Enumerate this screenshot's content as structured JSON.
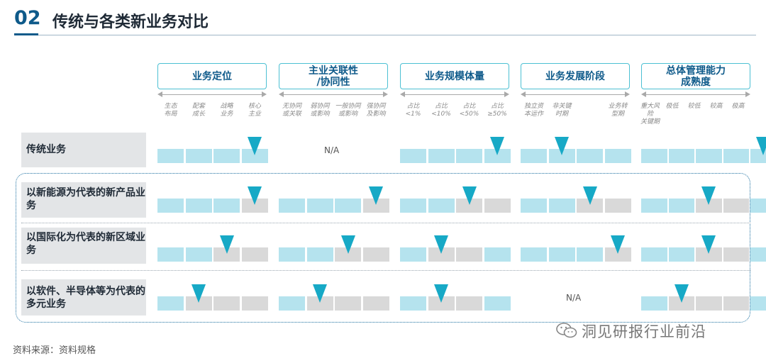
{
  "header": {
    "number": "02",
    "title": "传统与各类新业务对比"
  },
  "categories": [
    {
      "label": "业务定位",
      "subs": [
        "生态\n布局",
        "配套\n成长",
        "战略\n业务",
        "核心\n主业"
      ]
    },
    {
      "label": "主业关联性\n/协同性",
      "subs": [
        "无协同\n或关联",
        "弱协同\n或影响",
        "一般协同\n或影响",
        "强协同\n及影响"
      ]
    },
    {
      "label": "业务规模体量",
      "subs": [
        "占比\n<1%",
        "占比\n<10%",
        "占比\n<50%",
        "占比\n≥50%"
      ]
    },
    {
      "label": "业务发展阶段",
      "subs": [
        "独立资\n本运作",
        "非关键\n时期",
        "",
        "业务转\n型期"
      ]
    },
    {
      "label": "总体管理能力\n成熟度",
      "subs": [
        "重大风险\n关键期",
        "极低",
        "较低",
        "较高",
        "极高"
      ]
    }
  ],
  "na_text": "N/A",
  "rows": [
    {
      "label": "传统业务",
      "levels": [
        4,
        null,
        4,
        2,
        5
      ]
    },
    {
      "label": "以新能源为代表的新产品业务",
      "levels": [
        4,
        4,
        3,
        3,
        3
      ]
    },
    {
      "label": "以国际化为代表的新区域业务",
      "levels": [
        3,
        3,
        2,
        4,
        3
      ]
    },
    {
      "label": "以软件、半导体等为代表的多元业务",
      "levels": [
        2,
        2,
        2,
        null,
        2
      ]
    }
  ],
  "source": "资料来源：资料规格",
  "watermark": "洞见研报行业前沿",
  "colors": {
    "marker": "#17a9c6",
    "filled": "#b5e3ee",
    "empty": "#d9d9d9",
    "accent": "#0e5a8a"
  }
}
